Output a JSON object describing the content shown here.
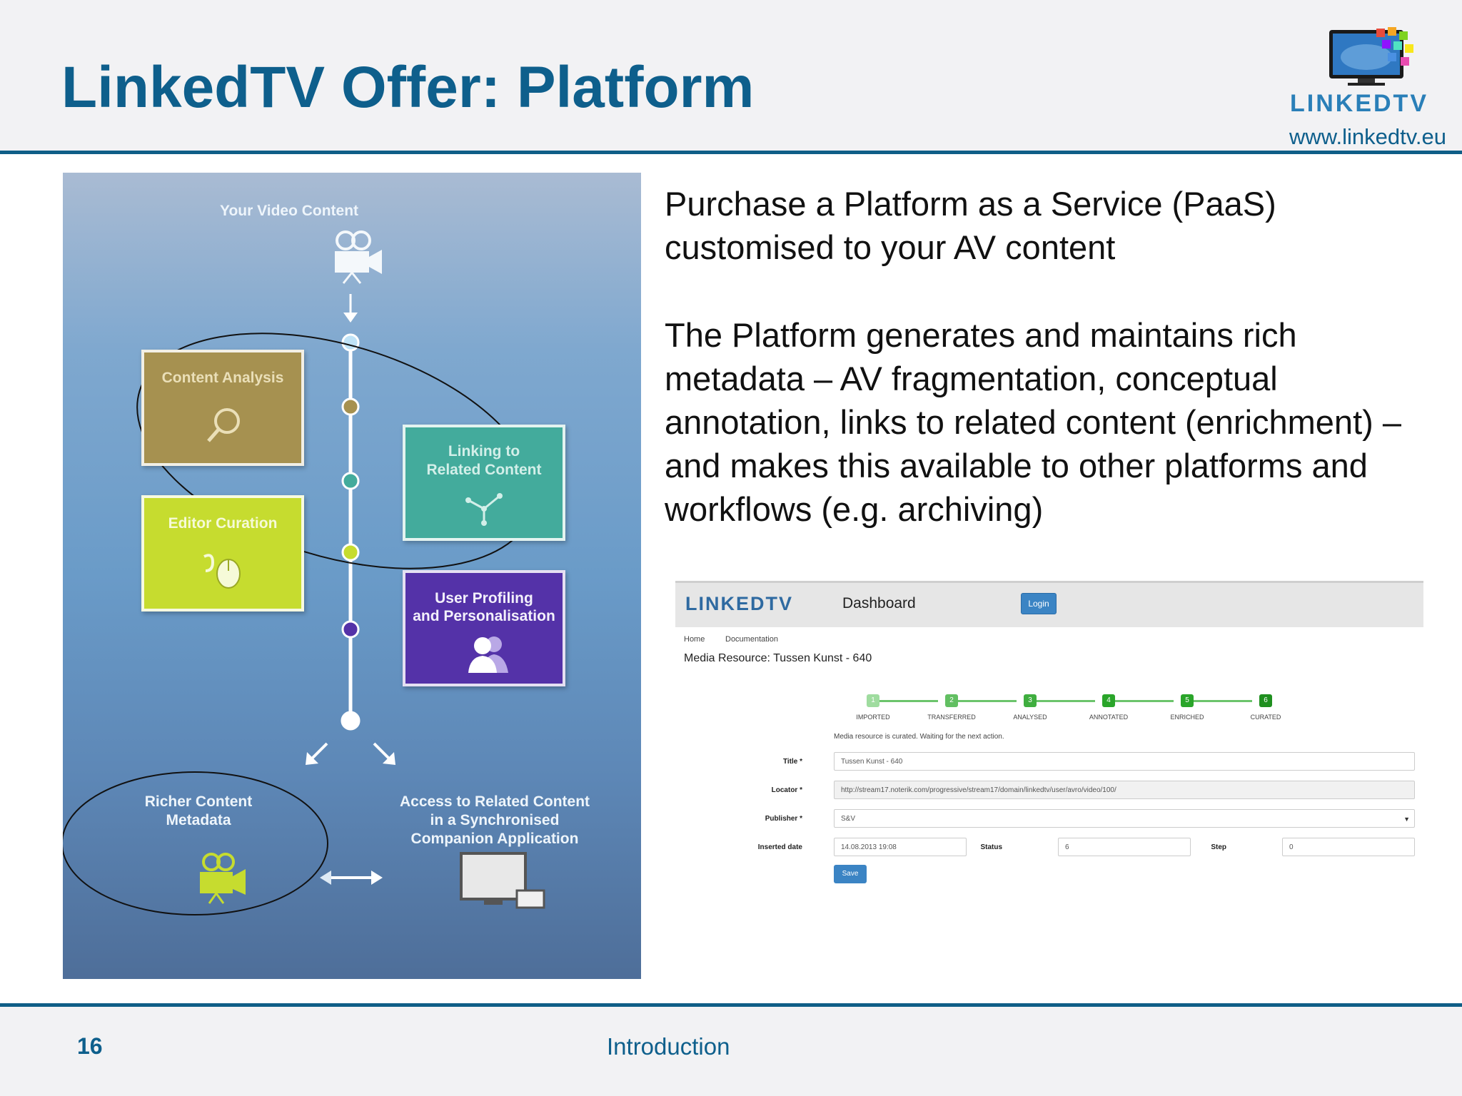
{
  "slide": {
    "title": "LinkedTV Offer: Platform",
    "brand_word": "LINKEDTV",
    "brand_url": "www.linkedtv.eu",
    "page_number": "16",
    "footer_label": "Introduction"
  },
  "diagram": {
    "top_label": "Your Video Content",
    "box_content_analysis": "Content Analysis",
    "box_linking_line1": "Linking to",
    "box_linking_line2": "Related Content",
    "box_editor": "Editor Curation",
    "box_profiling_line1": "User Profiling",
    "box_profiling_line2": "and Personalisation",
    "richer_line1": "Richer Content",
    "richer_line2": "Metadata",
    "access_line1": "Access to Related Content",
    "access_line2": "in a Synchronised",
    "access_line3": "Companion Application",
    "colors": {
      "content_analysis": "#a69150",
      "linking": "#43ab9c",
      "editor": "#c6dc2f",
      "profiling": "#5432a8"
    }
  },
  "body": {
    "paragraph1": "Purchase a Platform as a Service (PaaS) customised to your AV content",
    "paragraph2": "The Platform generates and maintains rich metadata – AV fragmentation, conceptual annotation, links to related content (enrichment) – and makes this available to other platforms and workflows (e.g. archiving)"
  },
  "dashboard": {
    "logo": "LINKEDTV",
    "title": "Dashboard",
    "login": "Login",
    "nav_home": "Home",
    "nav_docs": "Documentation",
    "heading": "Media Resource: Tussen Kunst - 640",
    "steps": [
      {
        "num": "1",
        "label": "IMPORTED"
      },
      {
        "num": "2",
        "label": "TRANSFERRED"
      },
      {
        "num": "3",
        "label": "ANALYSED"
      },
      {
        "num": "4",
        "label": "ANNOTATED"
      },
      {
        "num": "5",
        "label": "ENRICHED"
      },
      {
        "num": "6",
        "label": "CURATED"
      }
    ],
    "status_message": "Media resource is curated. Waiting for the next action.",
    "title_label": "Title *",
    "title_value": "Tussen Kunst - 640",
    "locator_label": "Locator *",
    "locator_value": "http://stream17.noterik.com/progressive/stream17/domain/linkedtv/user/avro/video/100/",
    "publisher_label": "Publisher *",
    "publisher_value": "S&V",
    "inserted_label": "Inserted date",
    "inserted_value": "14.08.2013 19:08",
    "status_label": "Status",
    "status_value": "6",
    "step_label": "Step",
    "step_value": "0",
    "save": "Save"
  }
}
